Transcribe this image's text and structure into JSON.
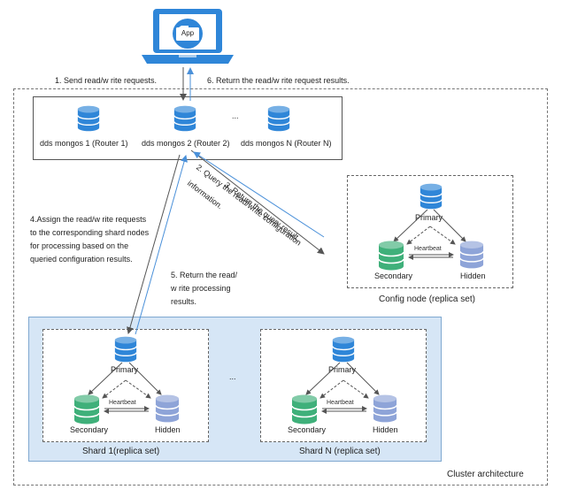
{
  "app": {
    "label": "App"
  },
  "steps": {
    "s1": "1. Send read/w rite requests.",
    "s6": "6. Return the read/w rite request results.",
    "s3": "3. Return the query result.",
    "s2_line1": "2. Query the read/write configuration",
    "s2_line2": "information.",
    "s4_lines": [
      "4.Assign the read/w rite requests",
      "to the corresponding shard nodes",
      "for processing based on the",
      "queried configuration results."
    ],
    "s5_lines": [
      "5. Return the read/",
      "w rite processing",
      "results."
    ]
  },
  "routers": {
    "items": [
      "dds mongos 1 (Router 1)",
      "dds mongos 2 (Router 2)",
      "dds mongos N (Router N)"
    ],
    "ellipsis": "..."
  },
  "config": {
    "caption": "Config node (replica set)",
    "primary": "Primary",
    "secondary": "Secondary",
    "hidden": "Hidden",
    "heartbeat": "Heartbeat"
  },
  "shards": [
    {
      "caption": "Shard 1(replica set)",
      "primary": "Primary",
      "secondary": "Secondary",
      "hidden": "Hidden",
      "heartbeat": "Heartbeat"
    },
    {
      "caption": "Shard N (replica set)",
      "primary": "Primary",
      "secondary": "Secondary",
      "hidden": "Hidden",
      "heartbeat": "Heartbeat"
    }
  ],
  "shard_ellipsis": "...",
  "cluster_label": "Cluster architecture",
  "colors": {
    "primary_db": "#2f86d8",
    "secondary_db": "#3fb07a",
    "hidden_db": "#8ea4d8",
    "laptop": "#2f86d8",
    "shard_bg": "#d6e6f6",
    "blue_arrow": "#4a90d9",
    "gray_arrow": "#555555"
  }
}
